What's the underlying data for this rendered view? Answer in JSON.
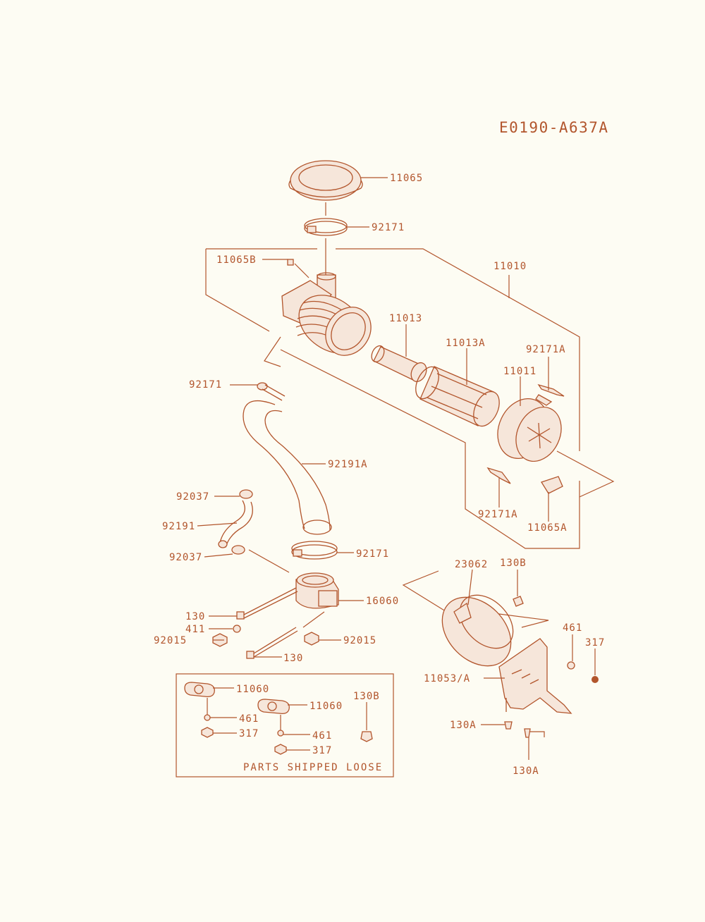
{
  "title": "E0190-A637A",
  "note": "PARTS SHIPPED LOOSE",
  "colors": {
    "ink": "#b2552c",
    "paper": "#fdfcf3"
  },
  "labels": {
    "p11065": "11065",
    "p92171_top": "92171",
    "p11065B": "11065B",
    "p11010": "11010",
    "p11013": "11013",
    "p11013A": "11013A",
    "p92171A_top": "92171A",
    "p11011": "11011",
    "p92171_hose": "92171",
    "p92191A": "92191A",
    "p92037_top": "92037",
    "p92191": "92191",
    "p92037_low": "92037",
    "p92171_mid": "92171",
    "p92171A_low": "92171A",
    "p11065A": "11065A",
    "p23062": "23062",
    "p130B_top": "130B",
    "p16060": "16060",
    "p130_a": "130",
    "p411": "411",
    "p92015_l": "92015",
    "p92015_r": "92015",
    "p130_b": "130",
    "p461_r": "461",
    "p317_r": "317",
    "p11053A": "11053/A",
    "p130A_l": "130A",
    "p130A_b": "130A",
    "p11060_a": "11060",
    "p461_a": "461",
    "p317_a": "317",
    "p11060_b": "11060",
    "p461_b": "461",
    "p317_b": "317",
    "p130B_box": "130B"
  }
}
